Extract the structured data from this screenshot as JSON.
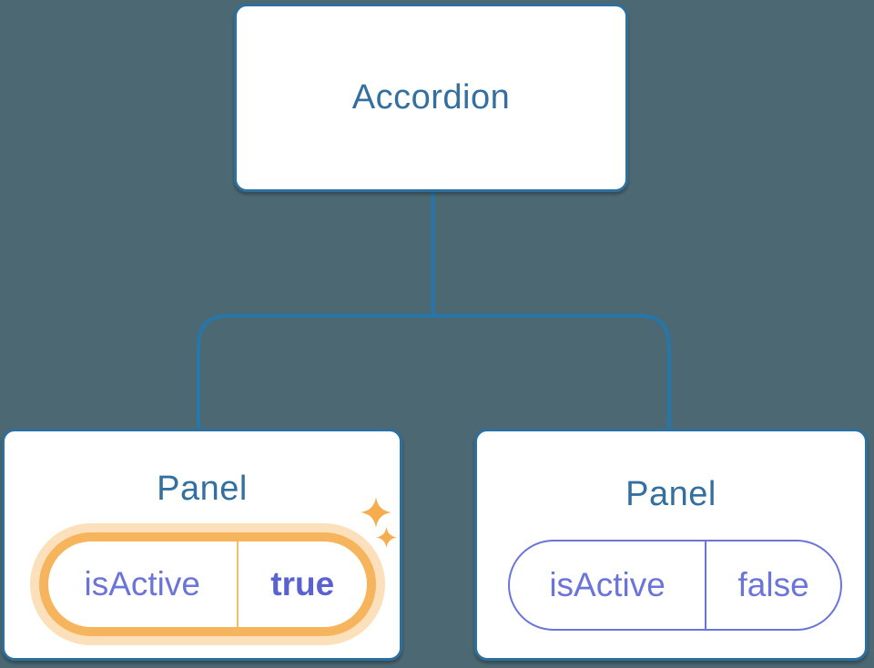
{
  "colors": {
    "background": "#4c6872",
    "node_fill": "#ffffff",
    "node_border": "#2d6f9d",
    "connector_line": "#2577ab",
    "node_label_blue": "#34709f",
    "state_purple": "#6b74d9",
    "state_value_bold_purple": "#5a62d2",
    "highlight_orange": "#f6b45c",
    "highlight_glow": "rgba(246,180,92,0.42)",
    "highlight_divider": "#f3bc72",
    "sparkle_orange": "#f5ad4e"
  },
  "tree": {
    "root": {
      "label": "Accordion"
    },
    "panels": [
      {
        "title": "Panel",
        "state": {
          "key": "isActive",
          "value": "true"
        },
        "highlighted": true
      },
      {
        "title": "Panel",
        "state": {
          "key": "isActive",
          "value": "false"
        },
        "highlighted": false
      }
    ]
  },
  "icons": {
    "sparkles": [
      "sparkle-icon-large",
      "sparkle-icon-small"
    ]
  }
}
